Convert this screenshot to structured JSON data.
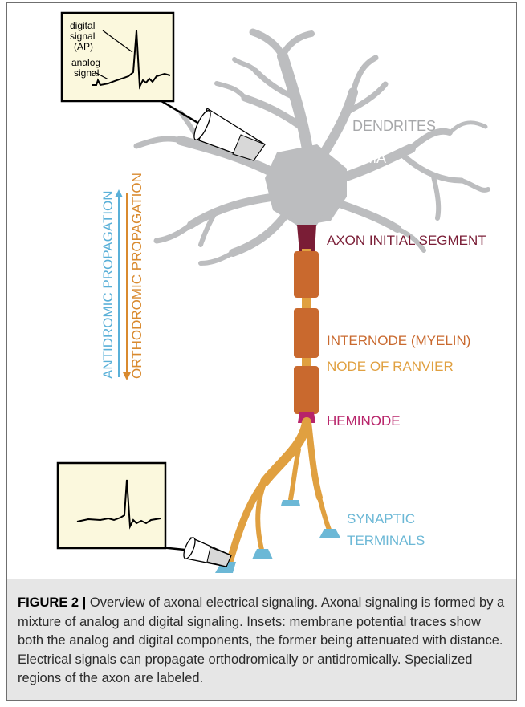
{
  "figure": {
    "labels": {
      "dendrites": "DENDRITES",
      "soma": "SOMA",
      "axon_initial_segment": "AXON INITIAL SEGMENT",
      "internode": "INTERNODE (MYELIN)",
      "node_of_ranvier": "NODE OF RANVIER",
      "heminode": "HEMINODE",
      "synaptic": "SYNAPTIC",
      "terminals": "TERMINALS",
      "antidromic": "ANTIDROMIC PROPAGATION",
      "orthodromic": "ORTHODROMIC PROPAGATION"
    },
    "inset_top": {
      "digital_line1": "digital",
      "digital_line2": "signal",
      "digital_line3": "(AP)",
      "analog_line1": "analog",
      "analog_line2": "signal"
    },
    "colors": {
      "neuron_gray": "#bcbdbf",
      "ais_maroon": "#7a1d36",
      "myelin": "#c9692e",
      "axon_orange": "#e0a040",
      "heminode_magenta": "#b8246a",
      "terminal_blue": "#6cb8d6",
      "antidromic_blue": "#5ab0d8",
      "orthodromic_orange": "#d98a2f",
      "inset_fill": "#fbf8dd"
    }
  },
  "caption": {
    "label": "FIGURE 2 |",
    "text": " Overview of axonal electrical signaling. Axonal signaling is formed by a mixture of analog and digital signaling. Insets: membrane potential traces show both the analog and digital components, the former being attenuated with distance. Electrical signals can propagate orthodromically or antidromically. Specialized regions of the axon are labeled."
  }
}
